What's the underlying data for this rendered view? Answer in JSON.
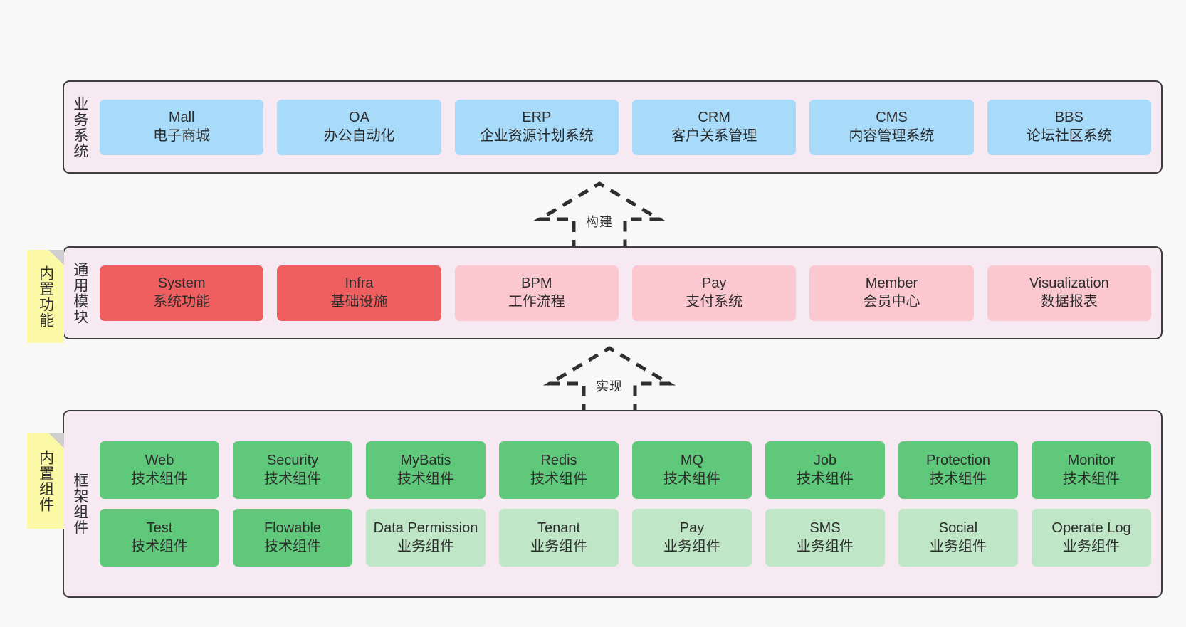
{
  "background_color": "#f8f8f8",
  "palette": {
    "layer_fill": "#f7e9f2",
    "layer_border": "#3d3d3d",
    "blue": "#a8daf9",
    "red": "#f05f60",
    "pink": "#fbc8cf",
    "green": "#5fc87a",
    "light_green": "#bfe6c6",
    "sticky_yellow": "#fbf8a6",
    "sticky_fold": "#cfcfcf"
  },
  "layers": [
    {
      "id": "business",
      "label": "业务系统",
      "rows": [
        {
          "boxes": [
            {
              "name": "mall",
              "title": "Mall",
              "subtitle": "电子商城",
              "color": "blue"
            },
            {
              "name": "oa",
              "title": "OA",
              "subtitle": "办公自动化",
              "color": "blue"
            },
            {
              "name": "erp",
              "title": "ERP",
              "subtitle": "企业资源计划系统",
              "color": "blue"
            },
            {
              "name": "crm",
              "title": "CRM",
              "subtitle": "客户关系管理",
              "color": "blue"
            },
            {
              "name": "cms",
              "title": "CMS",
              "subtitle": "内容管理系统",
              "color": "blue"
            },
            {
              "name": "bbs",
              "title": "BBS",
              "subtitle": "论坛社区系统",
              "color": "blue"
            }
          ]
        }
      ]
    },
    {
      "id": "common",
      "label": "通用模块",
      "sticky": "内置功能",
      "rows": [
        {
          "boxes": [
            {
              "name": "system",
              "title": "System",
              "subtitle": "系统功能",
              "color": "red"
            },
            {
              "name": "infra",
              "title": "Infra",
              "subtitle": "基础设施",
              "color": "red"
            },
            {
              "name": "bpm",
              "title": "BPM",
              "subtitle": "工作流程",
              "color": "pink"
            },
            {
              "name": "pay",
              "title": "Pay",
              "subtitle": "支付系统",
              "color": "pink"
            },
            {
              "name": "member",
              "title": "Member",
              "subtitle": "会员中心",
              "color": "pink"
            },
            {
              "name": "visualization",
              "title": "Visualization",
              "subtitle": "数据报表",
              "color": "pink"
            }
          ]
        }
      ]
    },
    {
      "id": "framework",
      "label": "框架组件",
      "sticky": "内置组件",
      "rows": [
        {
          "boxes": [
            {
              "name": "web",
              "title": "Web",
              "subtitle": "技术组件",
              "color": "green"
            },
            {
              "name": "security",
              "title": "Security",
              "subtitle": "技术组件",
              "color": "green"
            },
            {
              "name": "mybatis",
              "title": "MyBatis",
              "subtitle": "技术组件",
              "color": "green"
            },
            {
              "name": "redis",
              "title": "Redis",
              "subtitle": "技术组件",
              "color": "green"
            },
            {
              "name": "mq",
              "title": "MQ",
              "subtitle": "技术组件",
              "color": "green"
            },
            {
              "name": "job",
              "title": "Job",
              "subtitle": "技术组件",
              "color": "green"
            },
            {
              "name": "protection",
              "title": "Protection",
              "subtitle": "技术组件",
              "color": "green"
            },
            {
              "name": "monitor",
              "title": "Monitor",
              "subtitle": "技术组件",
              "color": "green"
            }
          ]
        },
        {
          "boxes": [
            {
              "name": "test",
              "title": "Test",
              "subtitle": "技术组件",
              "color": "green"
            },
            {
              "name": "flowable",
              "title": "Flowable",
              "subtitle": "技术组件",
              "color": "green"
            },
            {
              "name": "data-permission",
              "title": "Data Permission",
              "subtitle": "业务组件",
              "color": "light_green"
            },
            {
              "name": "tenant",
              "title": "Tenant",
              "subtitle": "业务组件",
              "color": "light_green"
            },
            {
              "name": "pay",
              "title": "Pay",
              "subtitle": "业务组件",
              "color": "light_green"
            },
            {
              "name": "sms",
              "title": "SMS",
              "subtitle": "业务组件",
              "color": "light_green"
            },
            {
              "name": "social",
              "title": "Social",
              "subtitle": "业务组件",
              "color": "light_green"
            },
            {
              "name": "operate-log",
              "title": "Operate Log",
              "subtitle": "业务组件",
              "color": "light_green"
            }
          ]
        }
      ]
    }
  ],
  "arrows": [
    {
      "id": "build",
      "label": "构建",
      "direction": "up",
      "style": "dashed-hollow"
    },
    {
      "id": "impl",
      "label": "实现",
      "direction": "up",
      "style": "dashed-hollow"
    }
  ]
}
